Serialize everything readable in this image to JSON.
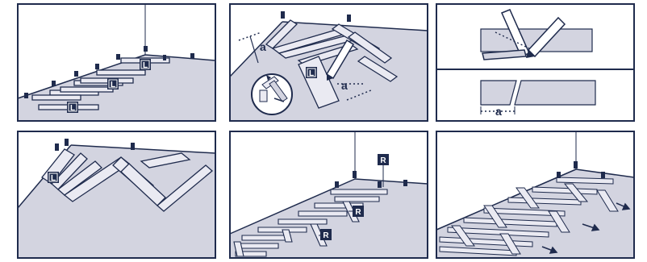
{
  "colors": {
    "ink": "#1f2b4d",
    "floor": "#d3d4e0",
    "plank": "#eaeaf2",
    "badge": "#1f2b4d",
    "badge_text": "#ffffff",
    "wall": "#ffffff"
  },
  "labels": {
    "left_plank": "L",
    "right_plank": "R",
    "measure": "a"
  },
  "panels": [
    {
      "id": "panel-1",
      "icon": "left-plank-layout"
    },
    {
      "id": "panel-2",
      "icon": "mark-and-cut-plank"
    },
    {
      "id": "panel-3",
      "icon": "cut-plank-detail"
    },
    {
      "id": "panel-4",
      "icon": "first-row-zigzag"
    },
    {
      "id": "panel-5",
      "icon": "right-plank-layout"
    },
    {
      "id": "panel-6",
      "icon": "continue-herringbone"
    }
  ]
}
